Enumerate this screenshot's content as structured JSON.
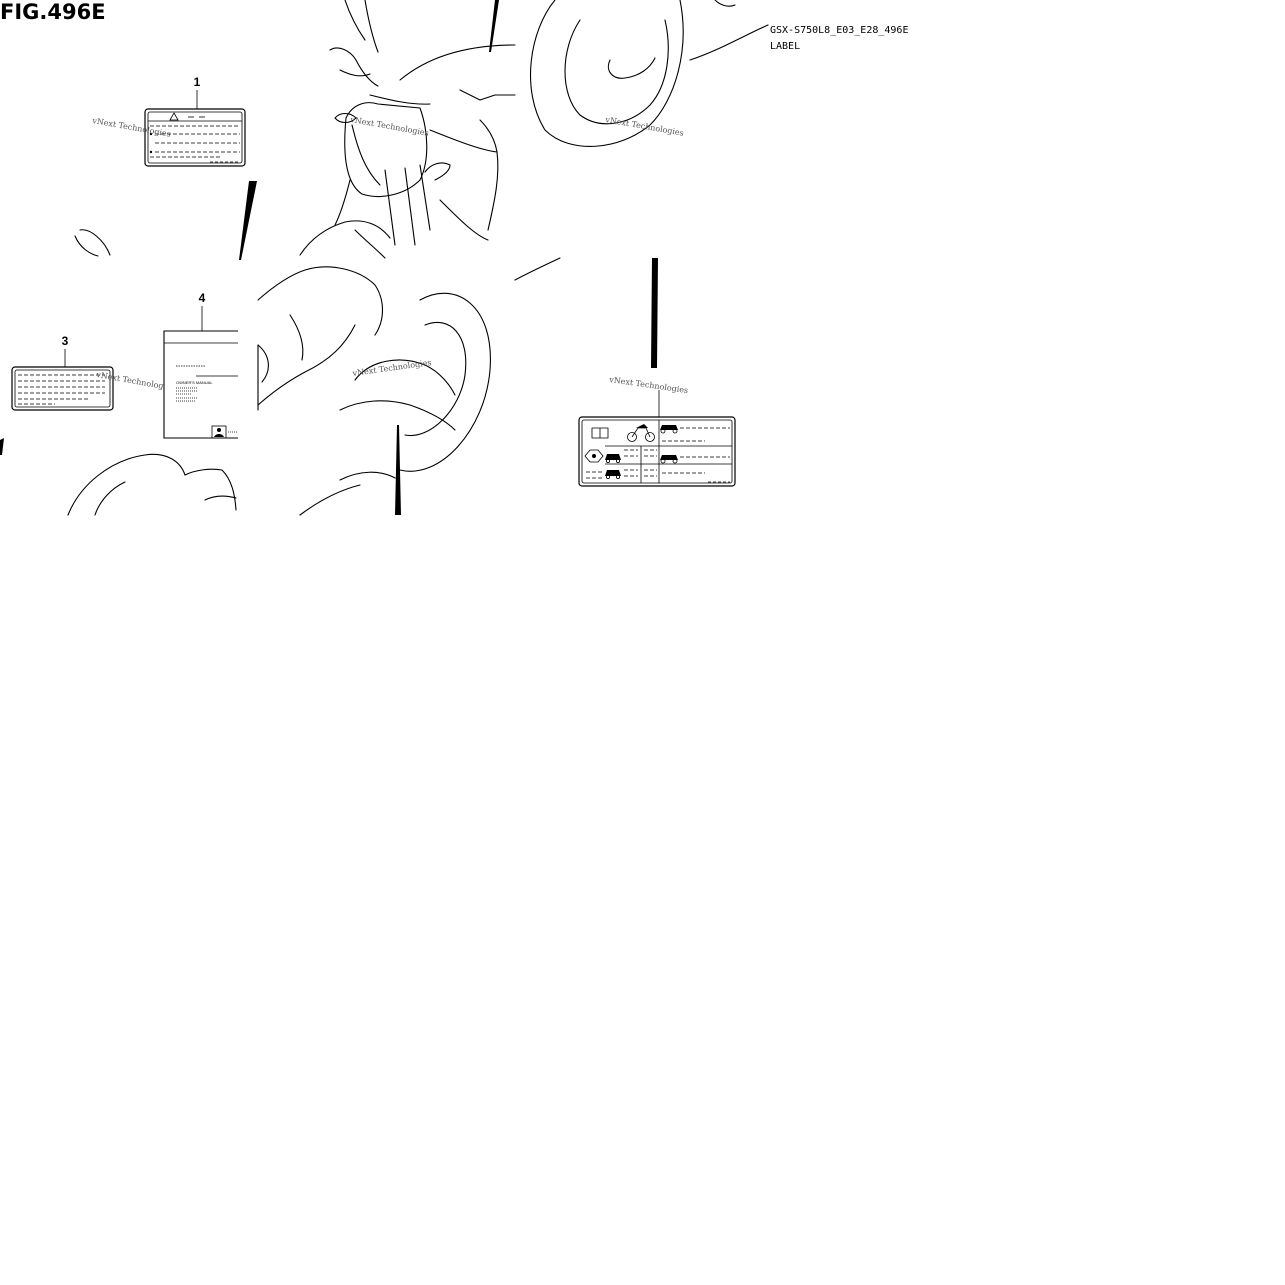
{
  "figure": {
    "title": "FIG.496E",
    "code": "GSX-S750L8_E03_E28_496E",
    "caption": "LABEL"
  },
  "callouts": [
    {
      "id": "1",
      "label": "1"
    },
    {
      "id": "3",
      "label": "3"
    },
    {
      "id": "4",
      "label": "4"
    }
  ],
  "label4": {
    "manual_text": "OWNER'S MANUAL"
  },
  "watermark": "vNext Technologies"
}
